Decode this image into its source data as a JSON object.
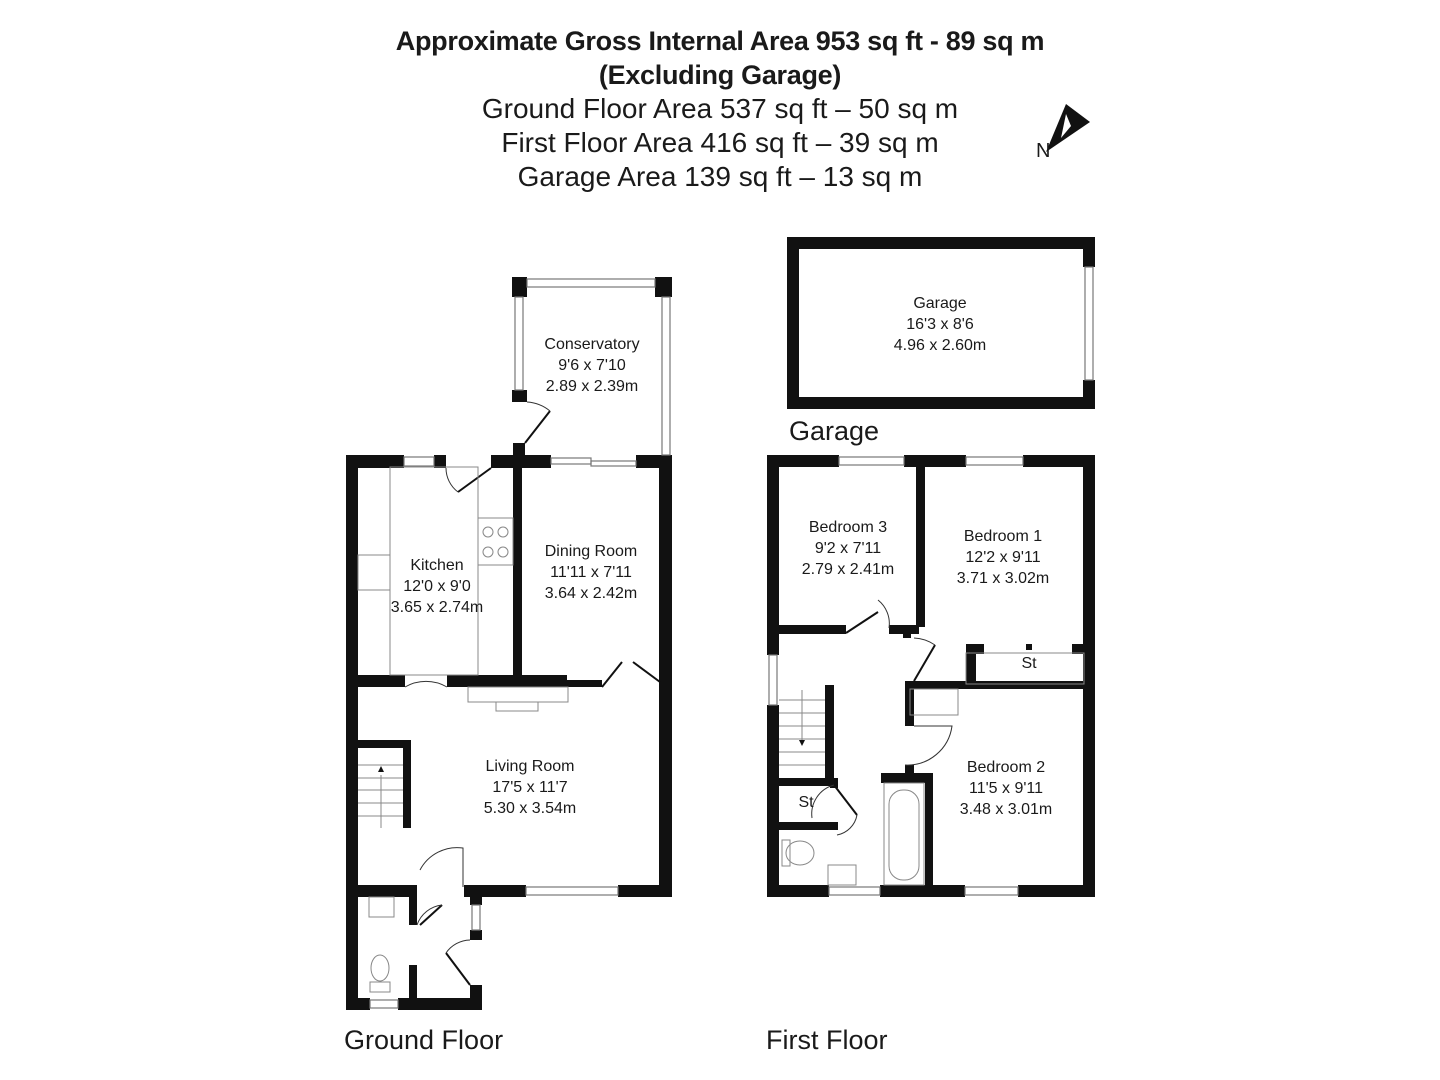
{
  "header": {
    "title": "Approximate Gross Internal Area 953 sq ft - 89 sq m",
    "subtitle": "(Excluding Garage)",
    "lines": [
      "Ground Floor Area 537 sq ft – 50 sq m",
      "First Floor Area 416 sq ft – 39 sq m",
      "Garage Area 139 sq ft – 13 sq m"
    ]
  },
  "compass": {
    "label": "N",
    "icon": "north-arrow-icon"
  },
  "floors": {
    "ground": {
      "label": "Ground Floor",
      "rooms": [
        {
          "name": "Conservatory",
          "imperial": "9'6 x 7'10",
          "metric": "2.89 x 2.39m"
        },
        {
          "name": "Kitchen",
          "imperial": "12'0 x 9'0",
          "metric": "3.65 x 2.74m"
        },
        {
          "name": "Dining Room",
          "imperial": "11'11 x 7'11",
          "metric": "3.64 x 2.42m"
        },
        {
          "name": "Living Room",
          "imperial": "17'5 x 11'7",
          "metric": "5.30 x 3.54m"
        }
      ]
    },
    "garage": {
      "label": "Garage",
      "rooms": [
        {
          "name": "Garage",
          "imperial": "16'3 x 8'6",
          "metric": "4.96 x 2.60m"
        }
      ]
    },
    "first": {
      "label": "First Floor",
      "rooms": [
        {
          "name": "Bedroom 3",
          "imperial": "9'2 x 7'11",
          "metric": "2.79 x 2.41m"
        },
        {
          "name": "Bedroom 1",
          "imperial": "12'2 x 9'11",
          "metric": "3.71 x 3.02m"
        },
        {
          "name": "Bedroom 2",
          "imperial": "11'5 x 9'11",
          "metric": "3.48 x 3.01m"
        }
      ],
      "storage_labels": [
        "St",
        "St"
      ]
    }
  },
  "colors": {
    "wall": "#111111",
    "fixture": "#888888",
    "window": "#777777"
  }
}
